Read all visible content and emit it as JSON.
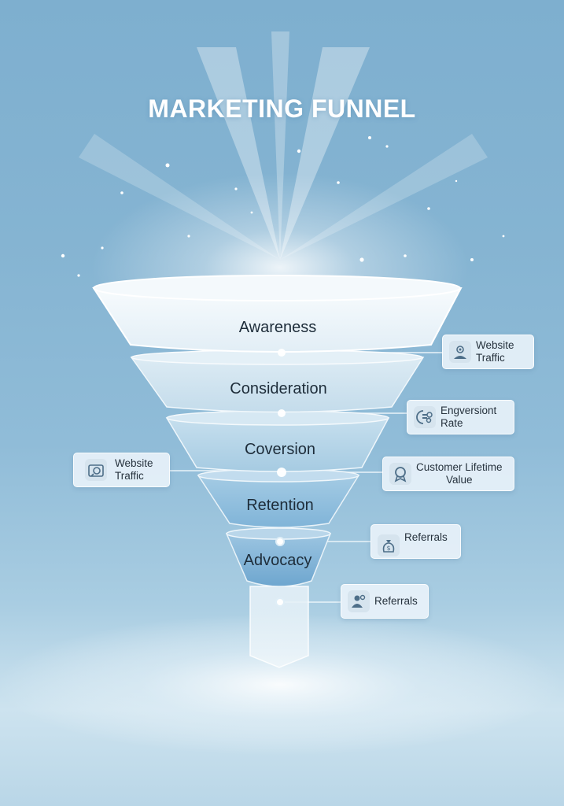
{
  "title": "MARKETING FUNNEL",
  "stages": [
    {
      "label": "Awareness"
    },
    {
      "label": "Consideration"
    },
    {
      "label": "Coversion"
    },
    {
      "label": "Retention"
    },
    {
      "label": "Advocacy"
    }
  ],
  "callouts": {
    "right_1": {
      "text": "Website\nTraffic",
      "icon": "user-gear-icon"
    },
    "right_2": {
      "text": "Engversiont\nRate",
      "icon": "data-gear-icon"
    },
    "left_1": {
      "text": "Website\nTraffic",
      "icon": "chart-badge-icon"
    },
    "right_3": {
      "text": "Customer Lifetime\nValue",
      "icon": "award-icon"
    },
    "right_4": {
      "text": "Referrals",
      "icon": "money-bag-icon"
    },
    "right_5": {
      "text": "Referrals",
      "icon": "people-icon"
    }
  },
  "colors": {
    "background_top": "#7eafcf",
    "background_bottom": "#cde3ef",
    "tier_1": "#eef5fa",
    "tier_2": "#cfe3ef",
    "tier_3": "#b3d3e8",
    "tier_4": "#8fbfdf",
    "tier_5": "#7fb3d6",
    "title_text": "#ffffff",
    "stage_text": "#1e2d3a"
  }
}
